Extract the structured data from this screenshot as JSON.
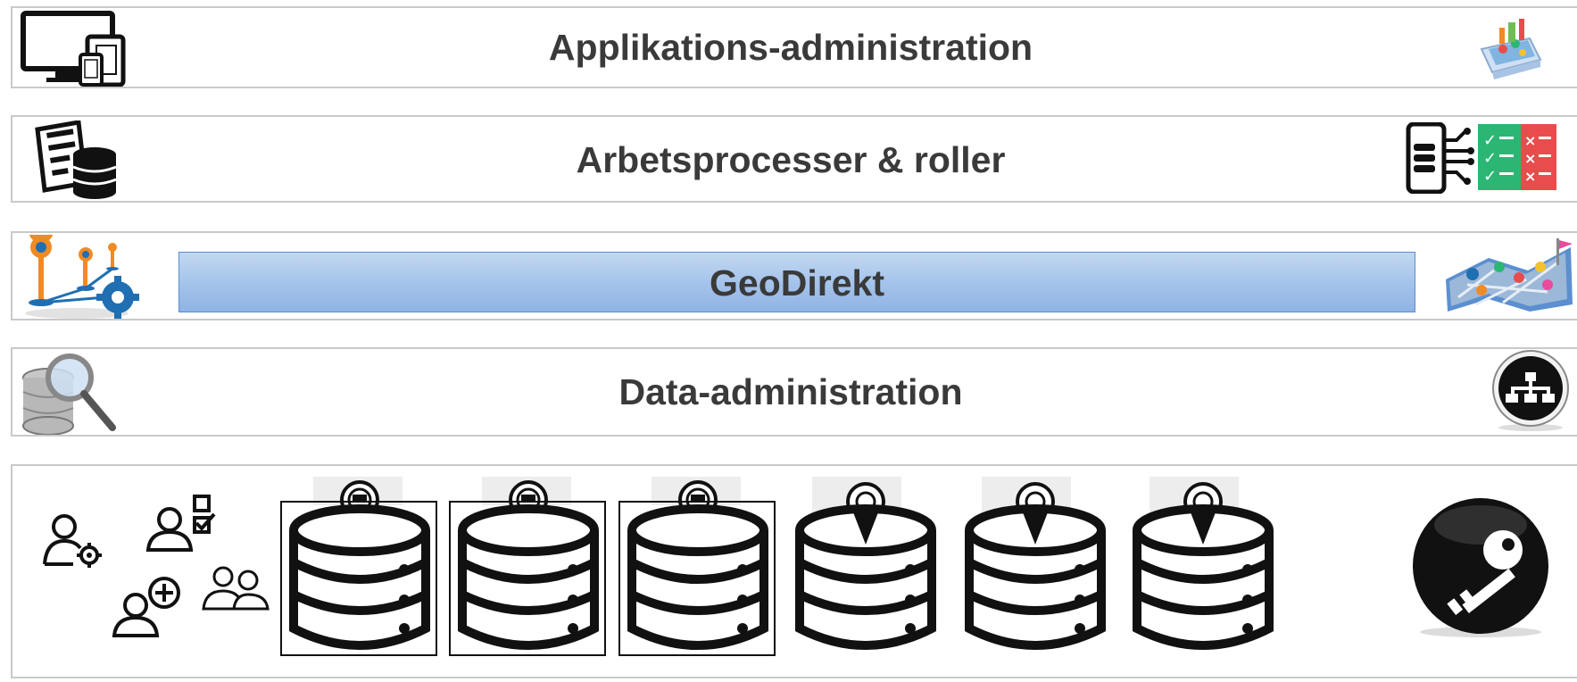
{
  "layers": {
    "application": {
      "title": "Applikations-administration",
      "left_icon": "devices-icon",
      "right_icon": "map-device-icon"
    },
    "processes": {
      "title": "Arbetsprocesser & roller",
      "left_icon": "document-database-icon",
      "right_icon": "mobile-data-checklist-icon"
    },
    "geodirekt": {
      "title": "GeoDirekt",
      "left_icon": "location-network-gear-icon",
      "right_icon": "map-pins-icon"
    },
    "data_admin": {
      "title": "Data-administration",
      "left_icon": "database-magnifier-icon",
      "right_icon": "hierarchy-button-icon"
    },
    "data_layer": {
      "users_icons": [
        "user-settings-icon",
        "user-tasks-icon",
        "user-add-icon",
        "users-group-icon"
      ],
      "databases": [
        {
          "icon": "database-plug-icon",
          "framed": true
        },
        {
          "icon": "database-plug-icon",
          "framed": true
        },
        {
          "icon": "database-plug-icon",
          "framed": true
        },
        {
          "icon": "database-location-icon",
          "framed": false
        },
        {
          "icon": "database-location-icon",
          "framed": false
        },
        {
          "icon": "database-location-icon",
          "framed": false
        }
      ],
      "right_icon": "key-button-icon"
    }
  },
  "colors": {
    "border": "#c9c9c9",
    "title_text": "#3a3a3a",
    "geo_bar_top": "#c3d8f1",
    "geo_bar_bottom": "#8fb3e3",
    "geo_bar_border": "#5b8fd0",
    "accent_orange": "#f08a24",
    "accent_blue": "#1f6fb2",
    "check_green": "#2bb673",
    "check_red": "#e84c4c"
  }
}
